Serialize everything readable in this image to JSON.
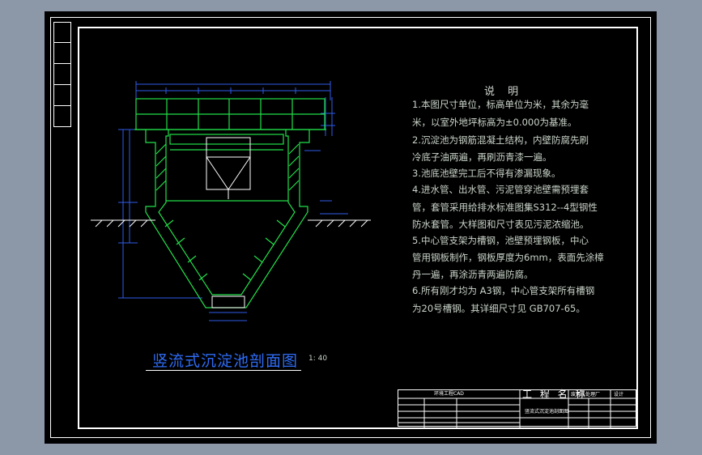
{
  "notes": {
    "title": "说 明",
    "lines": [
      "1.本图尺寸单位，标高单位为米，其余为毫",
      "米，以室外地坪标高为±0.000为基准。",
      "2.沉淀池为钢筋混凝土结构，内壁防腐先刷",
      "冷底子油两遍，再刷沥青漆一遍。",
      "3.池底池壁完工后不得有渗漏现象。",
      "4.进水管、出水管、污泥管穿池壁需预埋套",
      "管，套管采用给排水标准图集S312--4型钢性",
      "防水套管。大样图和尺寸表见污泥浓缩池。",
      "5.中心管支架为槽钢，池壁预埋钢板，中心",
      "管用钢板制作，钢板厚度为6mm，表面先涂樟",
      "丹一遍，再涂沥青两遍防腐。",
      "6.所有刚才均为 A3钢，中心管支架所有槽钢",
      "为20号槽钢。其详细尺寸见 GB707-65。"
    ]
  },
  "drawing": {
    "title": "竖流式沉淀池剖面图",
    "scale": "1: 40"
  },
  "title_block": {
    "row1_left": "环境工程CAD",
    "project_label": "工 程 名 称",
    "project_name": "废污水处理厂",
    "design_stage": "设计",
    "drawing_name": "竖流式沉淀池剖面图"
  },
  "colors": {
    "structure": "#22e04a",
    "dimension": "#2f5be8",
    "background": "#000000",
    "frame": "#ffffff",
    "text": "#c9d3c9"
  }
}
